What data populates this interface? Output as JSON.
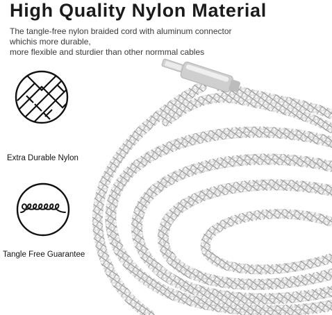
{
  "headline": "High Quality Nylon Material",
  "description": {
    "line1": "The tangle-free nylon braided cord with aluminum connector",
    "line2": "whichis more durable,",
    "line3": "more flexible and sturdier than other normmal cables"
  },
  "features": [
    {
      "label": "Extra Durable Nylon",
      "icon": "braided-weave-icon"
    },
    {
      "label": "Tangle Free Guarantee",
      "icon": "coil-loops-icon"
    }
  ],
  "colors": {
    "text": "#1b1b1b",
    "braid_light": "#e6e6e6",
    "braid_dark": "#8a8a8a",
    "connector": "#c9c9c9"
  }
}
